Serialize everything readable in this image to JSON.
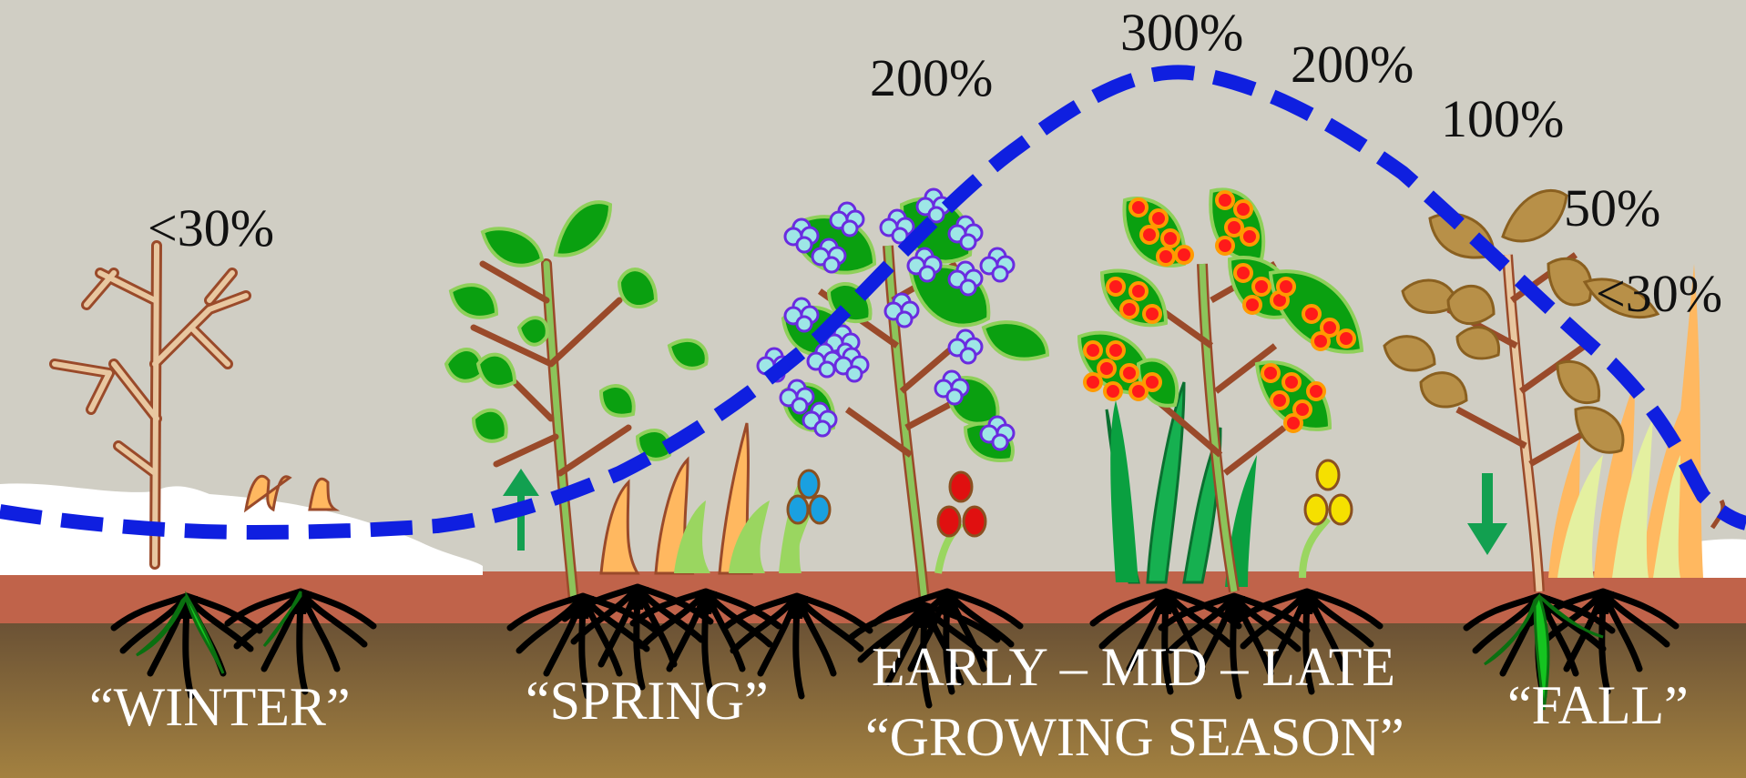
{
  "colors": {
    "sky": "#d0cec4",
    "topsoil": "#c0634a",
    "soil_dark": "#6b5235",
    "soil_light": "#a38140",
    "curve": "#0f1fe0",
    "snow": "#ffffff",
    "leaf_green": "#0aa010",
    "leaf_edge": "#8fd05a",
    "stem": "#8cc45a",
    "dead_stem": "#e8c7a0",
    "dead_edge": "#9a4a2a",
    "flower": "#9ee6e6",
    "flower_edge": "#6a2be0",
    "berry": "#ff1a1a",
    "berry_edge": "#ff9a00",
    "brown_leaf": "#b89048",
    "grass_dry": "#ffb860",
    "grass_green": "#9ad660",
    "arrow_green": "#12a050",
    "dot_blue": "#1aa0e0",
    "dot_red": "#e01010",
    "dot_yellow": "#f5e000",
    "root": "#000000"
  },
  "percent_labels": [
    {
      "id": "winter",
      "text": "<30%"
    },
    {
      "id": "early",
      "text": "200%"
    },
    {
      "id": "peak",
      "text": "300%"
    },
    {
      "id": "late",
      "text": "200%"
    },
    {
      "id": "fall-1",
      "text": "100%"
    },
    {
      "id": "fall-2",
      "text": "50%"
    },
    {
      "id": "fall-3",
      "text": "<30%"
    }
  ],
  "season_labels": {
    "winter": "“WINTER”",
    "spring": "“SPRING”",
    "growing_line1": "EARLY – MID – LATE",
    "growing_line2": "“GROWING SEASON”",
    "fall": "“FALL”"
  }
}
